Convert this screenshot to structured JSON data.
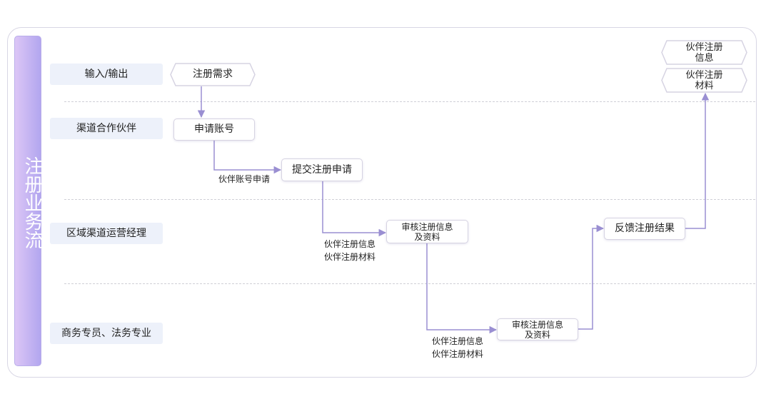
{
  "title": "注册业务流",
  "lanes": [
    "输入/输出",
    "渠道合作伙伴",
    "区域渠道运营经理",
    "商务专员、法务专业"
  ],
  "nodes": {
    "register_demand": "注册需求",
    "apply_account": "申请账号",
    "submit_application": "提交注册申请",
    "review_manager_1": "审核注册信息",
    "review_manager_2": "及资料",
    "review_legal_1": "审核注册信息",
    "review_legal_2": "及资料",
    "feedback_result": "反馈注册结果",
    "output_info_1": "伙伴注册",
    "output_info_2": "信息",
    "output_material_1": "伙伴注册",
    "output_material_2": "材料"
  },
  "edge_labels": {
    "account_apply": "伙伴账号申请",
    "info_1": "伙伴注册信息",
    "material_1": "伙伴注册材料",
    "info_2": "伙伴注册信息",
    "material_2": "伙伴注册材料"
  },
  "colors": {
    "edge": "#9a8fd2",
    "accent": "#b2a6ef"
  }
}
